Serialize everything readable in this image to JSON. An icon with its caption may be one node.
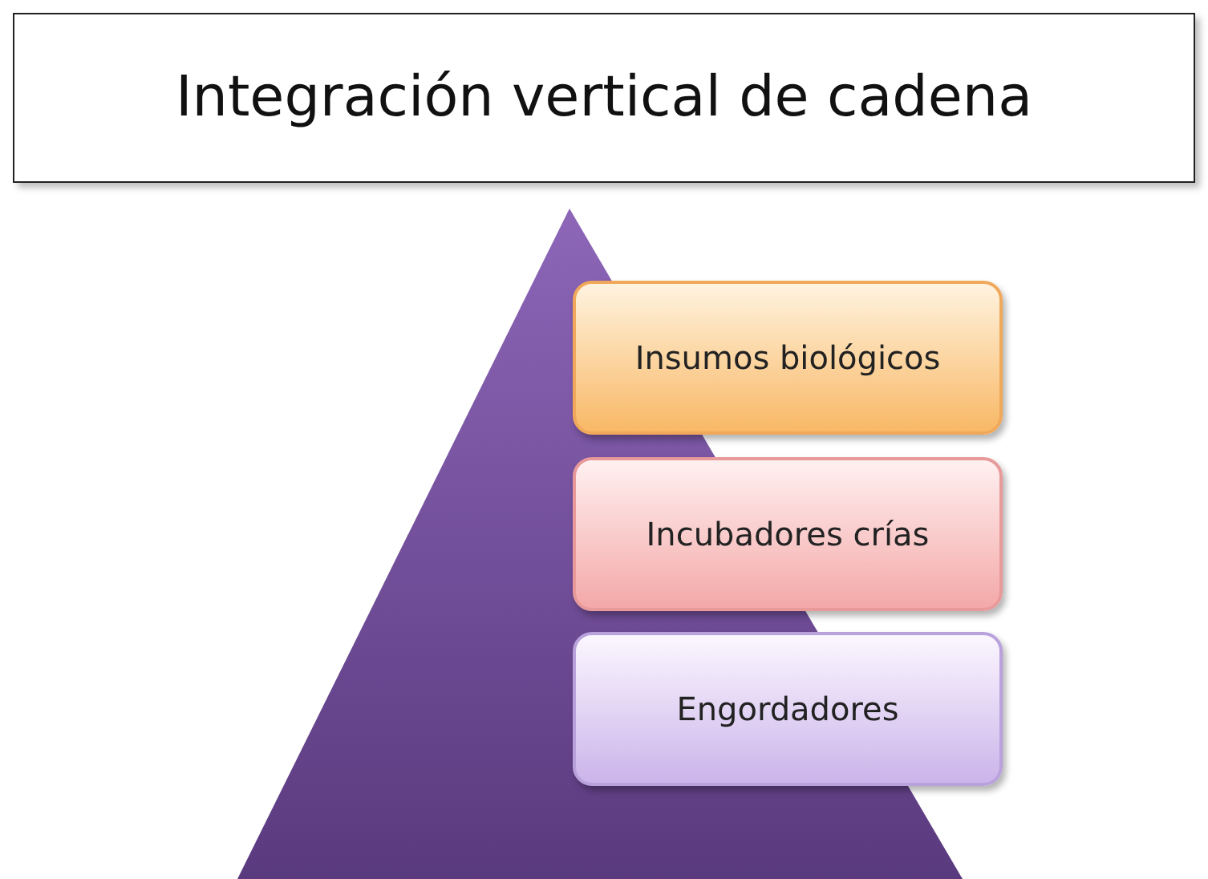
{
  "diagram": {
    "title": "Integración vertical de cadena",
    "nodes": [
      {
        "text": [
          "Insumos biológicos"
        ]
      },
      {
        "text": [
          "Incubadores crías"
        ]
      },
      {
        "text": [
          "Engordadores"
        ]
      }
    ]
  }
}
